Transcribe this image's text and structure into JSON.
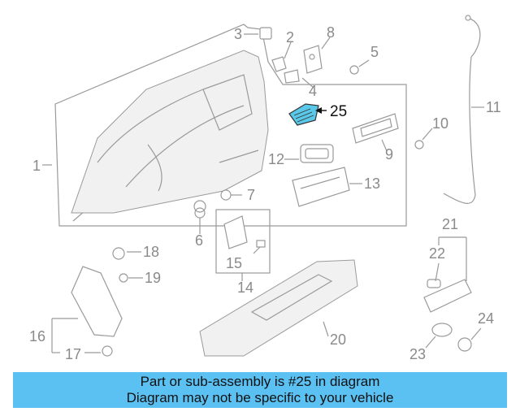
{
  "callouts": {
    "c1": "1",
    "c2": "2",
    "c3": "3",
    "c4": "4",
    "c5": "5",
    "c6": "6",
    "c7": "7",
    "c8": "8",
    "c9": "9",
    "c10": "10",
    "c11": "11",
    "c12": "12",
    "c13": "13",
    "c14": "14",
    "c15": "15",
    "c16": "16",
    "c17": "17",
    "c18": "18",
    "c19": "19",
    "c20": "20",
    "c21": "21",
    "c22": "22",
    "c23": "23",
    "c24": "24",
    "c25": "25"
  },
  "highlight": {
    "part": "25",
    "color": "#5ac8e8"
  },
  "banner": {
    "line1": "Part or sub-assembly is #25 in diagram",
    "line2": "Diagram may not be specific to your vehicle",
    "background": "#5bc0f2"
  }
}
